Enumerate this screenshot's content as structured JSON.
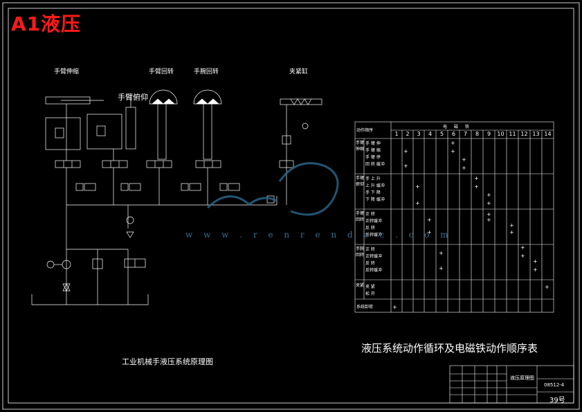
{
  "header": {
    "title": "A1液压"
  },
  "circuit": {
    "title": "工业机械手液压系统原理图",
    "units": {
      "arm_extend": "手臂伸缩",
      "arm_lift": "手臂俯仰",
      "arm_rotate": "手臂回转",
      "wrist_rotate": "手腕回转",
      "clamp_cyl": "夹紧缸"
    }
  },
  "sequence_table": {
    "caption": "液压系统动作循环及电磁铁动作顺序表",
    "header_action": "动作顺序",
    "header_group": "电 磁 铁",
    "columns": [
      "1",
      "2",
      "3",
      "4",
      "5",
      "6",
      "7",
      "8",
      "9",
      "10",
      "11",
      "12",
      "13",
      "14"
    ],
    "rows": [
      {
        "label": "手臂伸缩",
        "sublabels": [
          "手 臂 伸",
          "手 臂 缩",
          "手 臂 停",
          "回 转 缓冲"
        ]
      },
      {
        "label": "手臂俯仰",
        "sublabels": [
          "手 上 升",
          "上 升 缓冲",
          "手 下 降",
          "下 降 缓冲"
        ]
      },
      {
        "label": "手臂回转",
        "sublabels": [
          "正 转",
          "正转缓冲",
          "反 转",
          "反转缓冲"
        ]
      },
      {
        "label": "手腕回转",
        "sublabels": [
          "正 转",
          "正转缓冲",
          "反 转",
          "反转缓冲"
        ]
      },
      {
        "label": "夹紧",
        "sublabels": [
          "夹 紧",
          "松 开"
        ]
      },
      {
        "label": "系统卸荷",
        "sublabels": []
      }
    ]
  },
  "title_block": {
    "name": "液压原理图",
    "drawing_no": "08512-4",
    "sheet": "39号"
  },
  "watermark": {
    "text": "w w w . r e n r e n d o c . c o m"
  }
}
